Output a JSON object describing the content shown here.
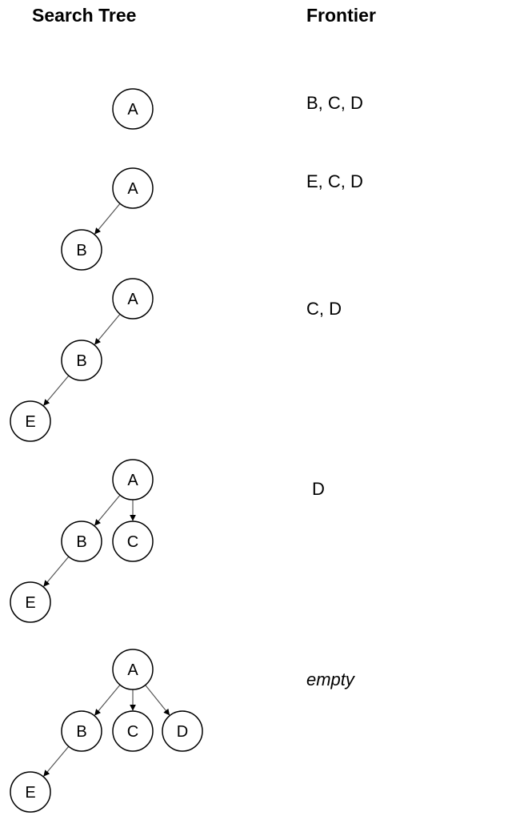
{
  "headings": {
    "search_tree": "Search Tree",
    "frontier": "Frontier"
  },
  "steps": [
    {
      "nodes": [
        "A"
      ],
      "edges": [],
      "frontier": "B, C, D"
    },
    {
      "nodes": [
        "A",
        "B"
      ],
      "edges": [
        [
          "A",
          "B"
        ]
      ],
      "frontier": "E, C, D"
    },
    {
      "nodes": [
        "A",
        "B",
        "E"
      ],
      "edges": [
        [
          "A",
          "B"
        ],
        [
          "B",
          "E"
        ]
      ],
      "frontier": "C, D"
    },
    {
      "nodes": [
        "A",
        "B",
        "E",
        "C"
      ],
      "edges": [
        [
          "A",
          "B"
        ],
        [
          "B",
          "E"
        ],
        [
          "A",
          "C"
        ]
      ],
      "frontier": "D"
    },
    {
      "nodes": [
        "A",
        "B",
        "E",
        "C",
        "D"
      ],
      "edges": [
        [
          "A",
          "B"
        ],
        [
          "B",
          "E"
        ],
        [
          "A",
          "C"
        ],
        [
          "A",
          "D"
        ]
      ],
      "frontier": "empty",
      "frontier_italic": true
    }
  ],
  "colors": {
    "node_stroke": "#000000",
    "node_fill": "#ffffff",
    "edge": "#555555",
    "text": "#000000"
  }
}
